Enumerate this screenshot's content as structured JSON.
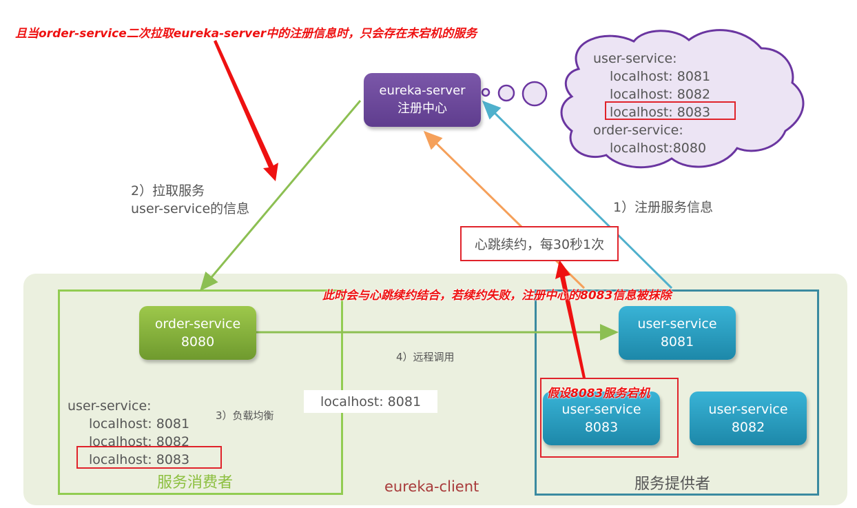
{
  "annotations": {
    "top_note": "且当order-service二次拉取eureka-server中的注册信息时，只会存在未宕机的服务",
    "middle_note": "此时会与心跳续约结合，若续约失败，注册中心的8083信息被抹除",
    "crash_note": "假设8083服务宕机"
  },
  "server": {
    "name": "eureka-server",
    "subtitle": "注册中心"
  },
  "registry_cloud": {
    "lines": [
      "user-service:",
      "localhost: 8081",
      "localhost: 8082",
      "localhost: 8083",
      "order-service:",
      "localhost:8080"
    ],
    "highlighted": "localhost: 8083"
  },
  "steps": {
    "register": "1）注册服务信息",
    "pull_line1": "2）拉取服务",
    "pull_line2": "user-service的信息",
    "load_balance": "3）负载均衡",
    "remote_call": "4）远程调用",
    "heartbeat": "心跳续约，每30秒1次"
  },
  "consumer": {
    "title": "服务消费者",
    "node_name": "order-service",
    "node_port": "8080",
    "cache": {
      "header": "user-service:",
      "entries": [
        "localhost: 8081",
        "localhost: 8082",
        "localhost: 8083"
      ]
    },
    "selected": "localhost: 8081"
  },
  "provider": {
    "title": "服务提供者",
    "nodes": [
      {
        "name": "user-service",
        "port": "8081"
      },
      {
        "name": "user-service",
        "port": "8083"
      },
      {
        "name": "user-service",
        "port": "8082"
      }
    ]
  },
  "client_group_label": "eureka-client",
  "colors": {
    "server": "#6a48a0",
    "consumer": "#8cbf3f",
    "provider": "#2aa0c4",
    "heartbeat_arrow": "#f5a05a",
    "register_arrow": "#4fb0cc",
    "annotation_red": "#ee1111",
    "client_label": "#a83a3a"
  }
}
